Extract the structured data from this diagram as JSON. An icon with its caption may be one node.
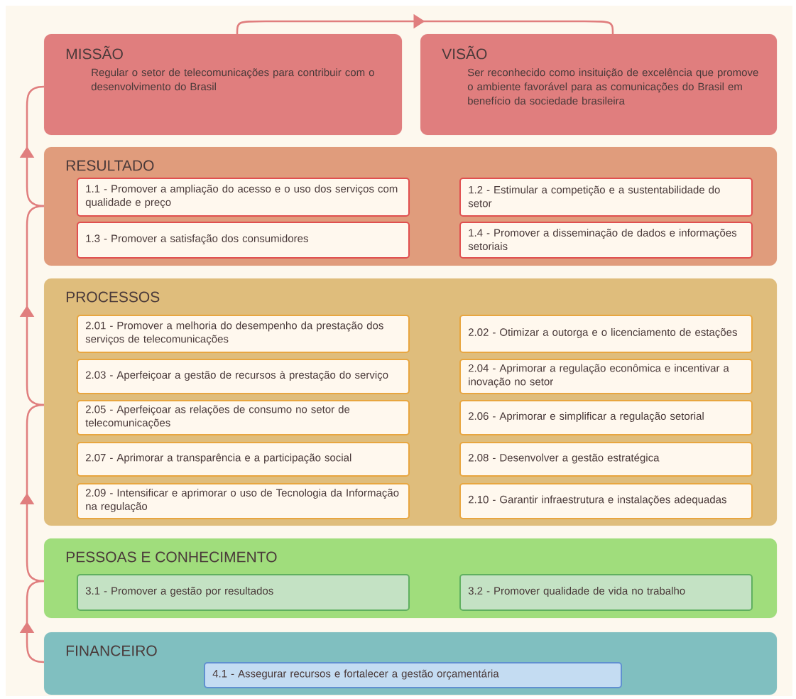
{
  "diagram": {
    "nodes": [
      {
        "text": [
          "MISSÃO",
          "Regular o setor de telecomunicações para contribuir com o desenvolvimento do Brasil"
        ]
      },
      {
        "text": [
          "VISÃO",
          "Ser reconhecido como insituição de excelência que promove o ambiente favorável para as comunicações do Brasil em benefício da sociedade brasileira"
        ]
      },
      {
        "text": [
          "RESULTADO"
        ]
      },
      {
        "text": [
          "1.1 - Promover a ampliação do acesso e o uso dos serviços com qualidade e preço"
        ],
        "in": 2
      },
      {
        "text": [
          "1.2 - Estimular a competição e a sustentabilidade do setor"
        ],
        "in": 2
      },
      {
        "text": [
          "1.3 - Promover a satisfação dos consumidores"
        ],
        "in": 2
      },
      {
        "text": [
          "1.4 - Promover a disseminação de dados e informações setoriais"
        ],
        "in": 2
      },
      {
        "text": [
          "PROCESSOS"
        ]
      },
      {
        "text": [
          "2.01 - Promover a melhoria do desempenho da prestação dos serviços de telecomunicações"
        ],
        "in": 7
      },
      {
        "text": [
          "2.02 - Otimizar a outorga e o licenciamento de estações"
        ],
        "in": 7
      },
      {
        "text": [
          "2.03 - Aperfeiçoar a gestão de recursos à prestação do serviço"
        ],
        "in": 7
      },
      {
        "text": [
          "2.04 - Aprimorar a regulação econômica e incentivar a inovação no setor"
        ],
        "in": 7
      },
      {
        "text": [
          "2.05 - Aperfeiçoar as relações de consumo no setor de telecomunicações"
        ],
        "in": 7
      },
      {
        "text": [
          "2.06 - Aprimorar e simplificar a regulação setorial"
        ],
        "in": 7
      },
      {
        "text": [
          "2.07 - Aprimorar a transparência e a participação social"
        ],
        "in": 7
      },
      {
        "text": [
          "2.08 - Desenvolver a gestão estratégica"
        ],
        "in": 7
      },
      {
        "text": [
          "2.09 - Intensificar e aprimorar o uso de Tecnologia da Informação na regulação"
        ],
        "in": 7
      },
      {
        "text": [
          "2.10 - Garantir infraestrutura e instalações adequadas"
        ],
        "in": 7
      },
      {
        "text": [
          "PESSOAS E CONHECIMENTO"
        ]
      },
      {
        "text": [
          "3.1 - Promover a gestão por resultados"
        ],
        "in": 18
      },
      {
        "text": [
          "3.2 - Promover qualidade de vida no trabalho"
        ],
        "in": 18
      },
      {
        "text": [
          "FINANCEIRO"
        ]
      },
      {
        "text": [
          "4.1 - Assegurar recursos e fortalecer a gestão orçamentária"
        ],
        "in": 21
      }
    ],
    "edges": [
      {
        "from": 21,
        "to": 18,
        "arrow": "to"
      },
      {
        "from": 18,
        "to": 7,
        "arrow": "to"
      },
      {
        "from": 7,
        "to": 2,
        "arrow": "to"
      },
      {
        "from": 2,
        "to": 0,
        "arrow": "to"
      },
      {
        "from": 0,
        "to": 1,
        "arrow": "to"
      }
    ]
  }
}
